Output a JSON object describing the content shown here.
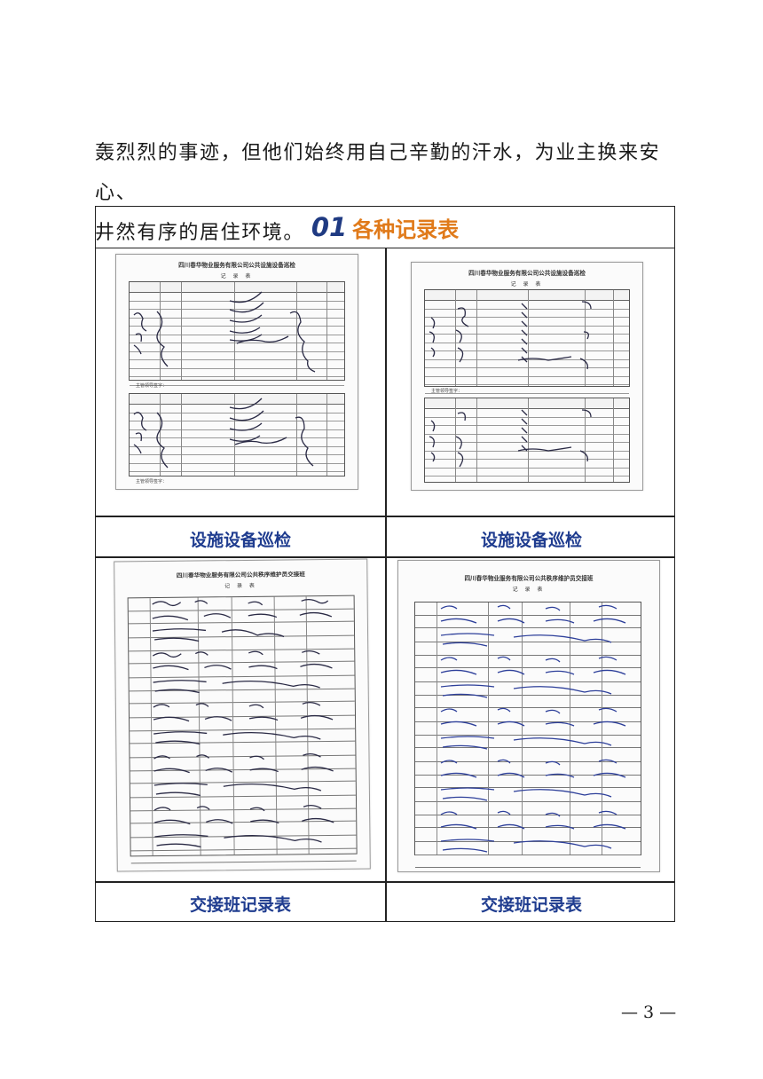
{
  "intro": {
    "line1": "轰烈烈的事迹，但他们始终用自己辛勤的汗水，为业主换来安心、",
    "line2": "井然有序的居住环境。"
  },
  "section": {
    "number": "01",
    "title": "各种记录表"
  },
  "colors": {
    "number": "#1f3a82",
    "title": "#e07a1a",
    "caption": "#1f3c8f"
  },
  "photos": [
    {
      "caption": "设施设备巡检",
      "doc_title": "四川春华物业服务有限公司公共设施设备巡检",
      "doc_subtitle": "记 录 表",
      "manager_label": "主管领导签字："
    },
    {
      "caption": "设施设备巡检",
      "doc_title": "四川春华物业服务有限公司公共设施设备巡检",
      "doc_subtitle": "记 录 表",
      "manager_label": "主管领导签字："
    },
    {
      "caption": "交接班记录表",
      "doc_title": "四川春华物业服务有限公司公共秩序维护员交接班",
      "doc_subtitle": "记 录 表"
    },
    {
      "caption": "交接班记录表",
      "doc_title": "四川春华物业服务有限公司公共秩序维护员交接班",
      "doc_subtitle": "记 录 表"
    }
  ],
  "page_number": "— 3 —"
}
